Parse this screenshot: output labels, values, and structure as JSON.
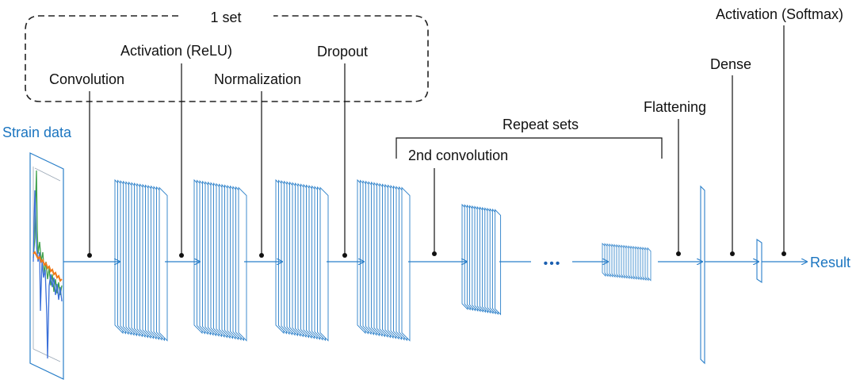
{
  "diagram": {
    "input_label": "Strain data",
    "output_label": "Result",
    "set_label": "1 set",
    "repeat_label": "Repeat sets",
    "ellipsis": "•••",
    "layers": {
      "convolution": "Convolution",
      "activation_relu": "Activation (ReLU)",
      "normalization": "Normalization",
      "dropout": "Dropout",
      "second_convolution": "2nd convolution",
      "flattening": "Flattening",
      "dense": "Dense",
      "activation_softmax": "Activation (Softmax)"
    },
    "colors": {
      "accent": "#2a7fc9",
      "label_blue": "#1b75c0",
      "text": "#111111",
      "signal_blue": "#3a6fd8",
      "signal_green": "#3ea04a",
      "signal_orange": "#f07a1a"
    }
  }
}
